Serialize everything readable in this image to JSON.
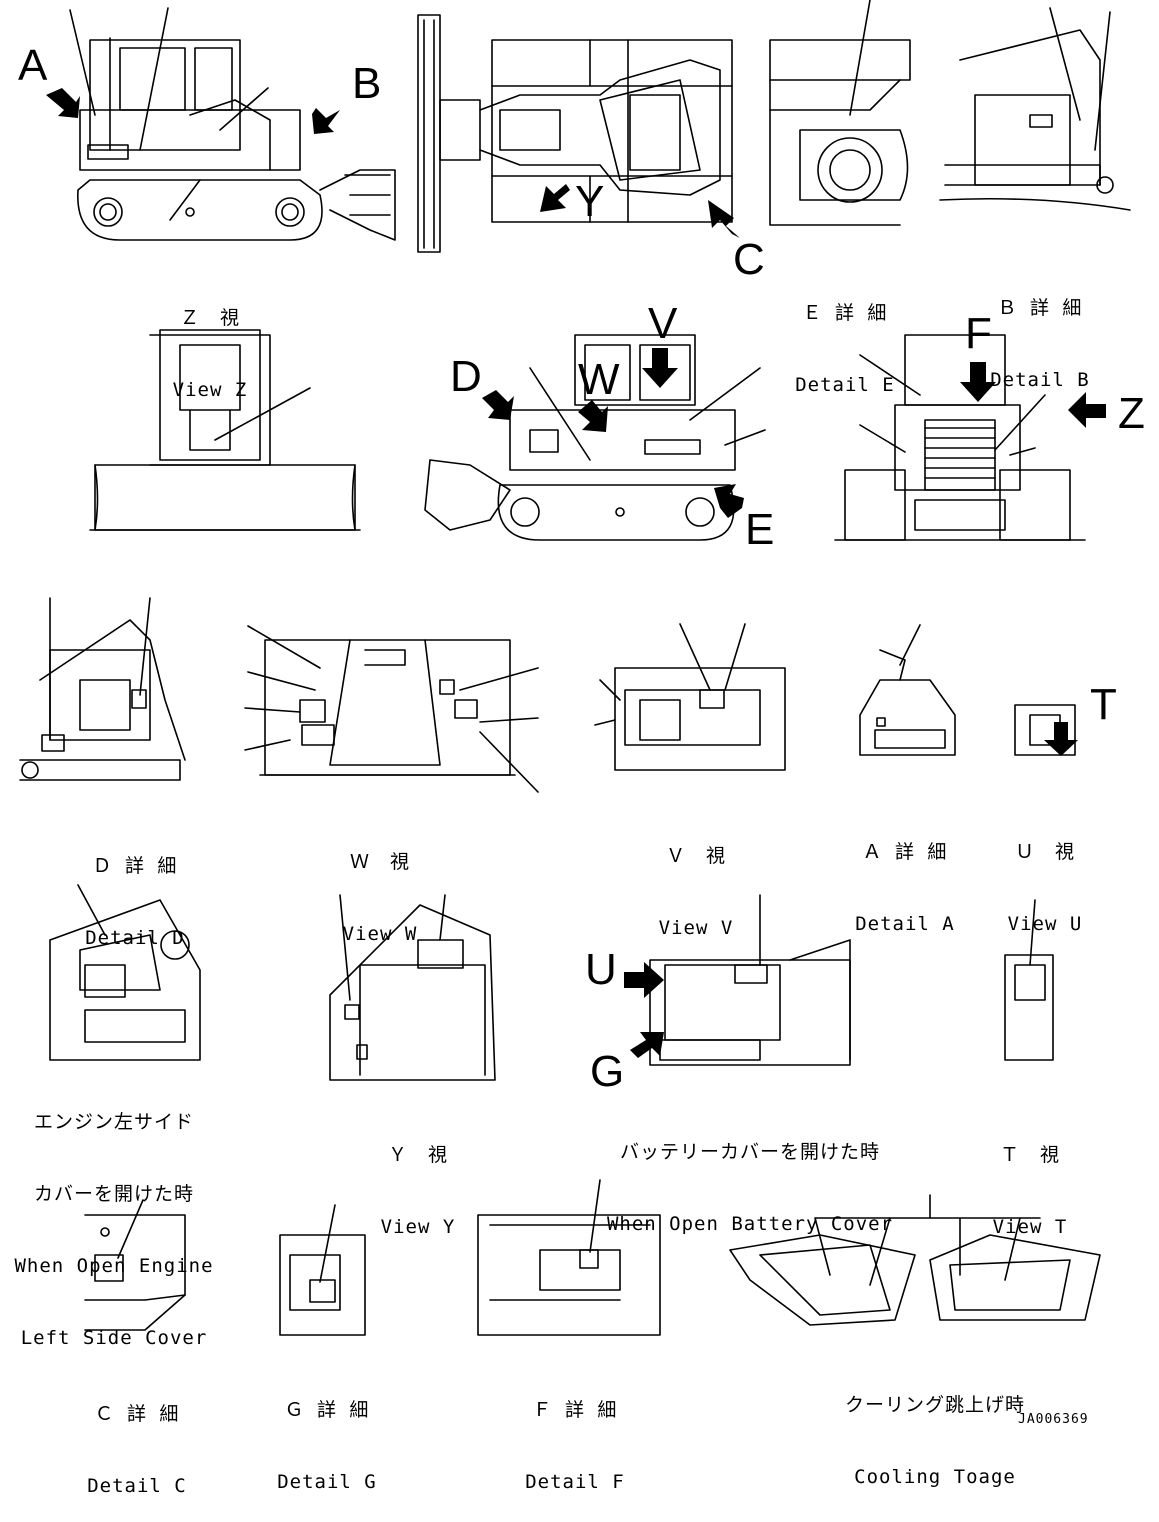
{
  "sheet_code": "JA006369",
  "view_letters": [
    "A",
    "B",
    "C",
    "D",
    "E",
    "F",
    "G",
    "T",
    "U",
    "V",
    "W",
    "Y",
    "Z"
  ],
  "captions": {
    "view_z": {
      "jp": "Ｚ　視",
      "en": "View Z"
    },
    "detail_e": {
      "jp": "Ｅ 詳 細",
      "en": "Detail E"
    },
    "detail_b": {
      "jp": "Ｂ 詳 細",
      "en": "Detail B"
    },
    "detail_d": {
      "jp": "Ｄ 詳 細",
      "en": "Detail D"
    },
    "view_w": {
      "jp": "Ｗ　視",
      "en": "View W"
    },
    "view_v": {
      "jp": "Ｖ　視",
      "en": "View V"
    },
    "detail_a": {
      "jp": "Ａ 詳 細",
      "en": "Detail A"
    },
    "view_u": {
      "jp": "Ｕ　視",
      "en": "View U"
    },
    "engine_cover": {
      "jp1": "エンジン左サイド",
      "jp2": "カバーを開けた時",
      "en1": "When Open Engine",
      "en2": "Left Side Cover"
    },
    "view_y": {
      "jp": "Ｙ　視",
      "en": "View Y"
    },
    "battery": {
      "jp": "バッテリーカバーを開けた時",
      "en": "When Open Battery Cover"
    },
    "view_t": {
      "jp": "Ｔ　視",
      "en": "View T"
    },
    "detail_c": {
      "jp": "Ｃ 詳 細",
      "en": "Detail C"
    },
    "detail_g": {
      "jp": "Ｇ 詳 細",
      "en": "Detail G"
    },
    "detail_f": {
      "jp": "Ｆ 詳 細",
      "en": "Detail F"
    },
    "cooling": {
      "jp": "クーリング跳上げ時",
      "en": "Cooling Toage"
    }
  }
}
